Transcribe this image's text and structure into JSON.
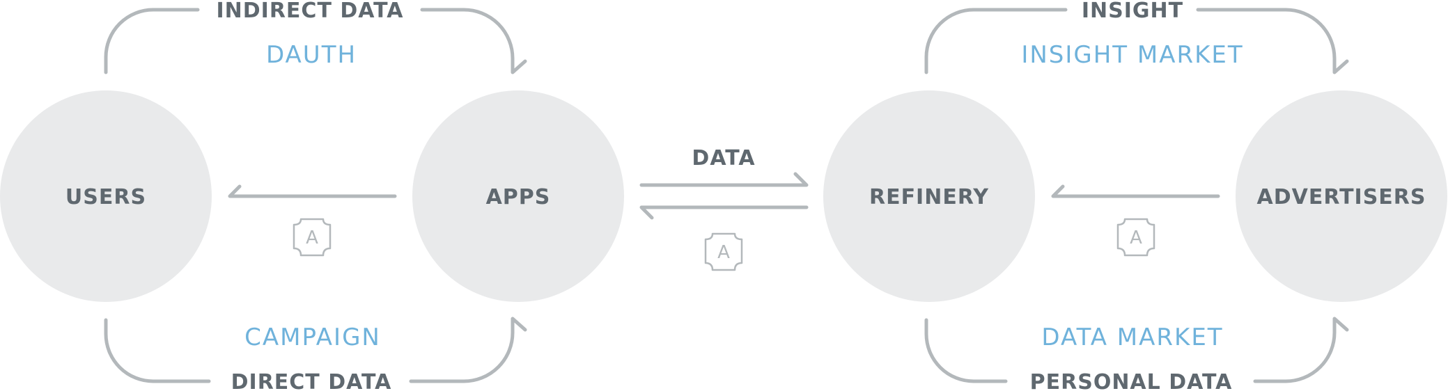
{
  "nodes": {
    "users": "USERS",
    "apps": "APPS",
    "refinery": "REFINERY",
    "advertisers": "ADVERTISERS"
  },
  "loops": {
    "users_apps": {
      "top_flow": "INDIRECT DATA",
      "top_channel": "DAUTH",
      "bottom_channel": "CAMPAIGN",
      "bottom_flow": "DIRECT DATA"
    },
    "refinery_advertisers": {
      "top_flow": "INSIGHT",
      "top_channel": "INSIGHT MARKET",
      "bottom_channel": "DATA MARKET",
      "bottom_flow": "PERSONAL DATA"
    }
  },
  "middle": {
    "flow": "DATA"
  },
  "token": {
    "letter": "A",
    "icon": "a-token-icon"
  },
  "colors": {
    "node_fill": "#e9eaeb",
    "dark_text": "#5f686f",
    "accent_text": "#6fb2db",
    "connector": "#b3b8bb"
  }
}
